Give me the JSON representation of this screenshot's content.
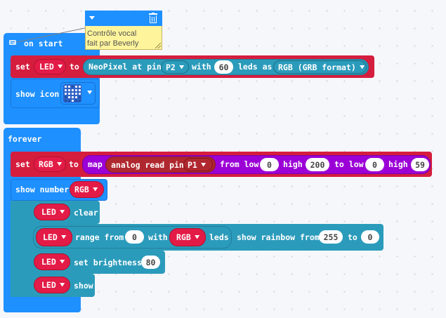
{
  "comment": {
    "line1": "Contrôle vocal",
    "line2": "fait par Beverly"
  },
  "on_start": {
    "label": "on start",
    "set_block": {
      "set": "set",
      "var": "LED",
      "to": "to",
      "neopixel": {
        "prefix": "NeoPixel at pin",
        "pin": "P2",
        "with": "with",
        "count": "60",
        "leds_as": "leds as",
        "format": "RGB (GRB format)"
      }
    },
    "show_icon": {
      "label": "show icon"
    }
  },
  "forever": {
    "label": "forever",
    "set_block": {
      "set": "set",
      "var": "RGB",
      "to": "to",
      "map": "map",
      "analog_read": "analog read pin",
      "pin": "P1",
      "from_low": "from low",
      "from_low_val": "0",
      "high": "high",
      "from_high_val": "200",
      "to_low": "to low",
      "to_low_val": "0",
      "high2": "high",
      "to_high_val": "59"
    },
    "show_number": {
      "label": "show number",
      "var": "RGB"
    },
    "led_clear": {
      "var": "LED",
      "action": "clear"
    },
    "led_range": {
      "var": "LED",
      "range_from": "range from",
      "from_val": "0",
      "with": "with",
      "count_var": "RGB",
      "leds": "leds",
      "show_rainbow": "show rainbow from",
      "rainbow_from": "255",
      "to": "to",
      "rainbow_to": "0"
    },
    "led_brightness": {
      "var": "LED",
      "action": "set brightness",
      "value": "80"
    },
    "led_show": {
      "var": "LED",
      "action": "show"
    }
  },
  "colors": {
    "basic": "#1e90ff",
    "variables": "#d51d3e",
    "math": "#9b00d6",
    "pins": "#b0282f",
    "neopixel": "#2b9bbb",
    "comment": "#fef49c"
  },
  "icons": {
    "comment_toggle": "chevron-down-icon",
    "comment_delete": "trash-icon",
    "on_start": "hat-icon",
    "show_icon": "heart-led-icon"
  },
  "heart_icon": [
    [
      1,
      1,
      0,
      1,
      1
    ],
    [
      1,
      1,
      1,
      1,
      1
    ],
    [
      1,
      1,
      1,
      1,
      1
    ],
    [
      0,
      1,
      1,
      1,
      0
    ],
    [
      0,
      0,
      1,
      0,
      0
    ]
  ]
}
